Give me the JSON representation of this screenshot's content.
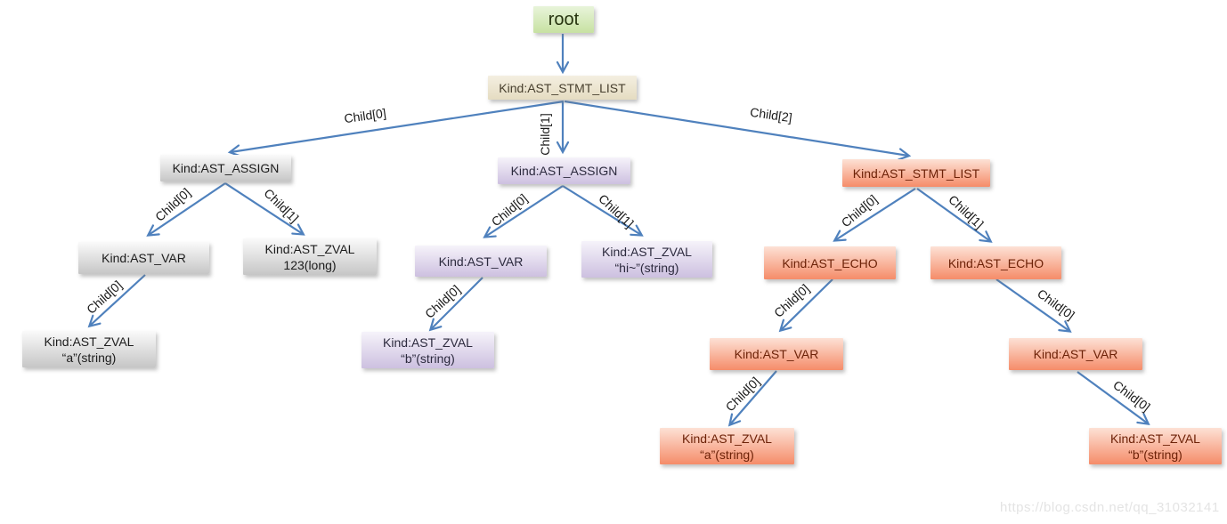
{
  "nodes": {
    "root": {
      "label": "root"
    },
    "stmt": {
      "label": "Kind:AST_STMT_LIST"
    },
    "assign_l": {
      "label": "Kind:AST_ASSIGN"
    },
    "assign_m": {
      "label": "Kind:AST_ASSIGN"
    },
    "stmt_r": {
      "label": "Kind:AST_STMT_LIST"
    },
    "var_l": {
      "label": "Kind:AST_VAR"
    },
    "zval_123": {
      "label": "Kind:AST_ZVAL",
      "sublabel": "123(long)"
    },
    "zval_a_l": {
      "label": "Kind:AST_ZVAL",
      "sublabel": "“a”(string)"
    },
    "var_m": {
      "label": "Kind:AST_VAR"
    },
    "zval_hi": {
      "label": "Kind:AST_ZVAL",
      "sublabel": "“hi~”(string)"
    },
    "zval_b_m": {
      "label": "Kind:AST_ZVAL",
      "sublabel": "“b”(string)"
    },
    "echo_1": {
      "label": "Kind:AST_ECHO"
    },
    "echo_2": {
      "label": "Kind:AST_ECHO"
    },
    "var_r1": {
      "label": "Kind:AST_VAR"
    },
    "var_r2": {
      "label": "Kind:AST_VAR"
    },
    "zval_a_r": {
      "label": "Kind:AST_ZVAL",
      "sublabel": "“a”(string)"
    },
    "zval_b_r": {
      "label": "Kind:AST_ZVAL",
      "sublabel": "“b”(string)"
    }
  },
  "edge_labels": {
    "e1": {
      "label": "Child[0]"
    },
    "e2": {
      "label": "Child[1]"
    },
    "e3": {
      "label": "Child[2]"
    },
    "e4": {
      "label": "Child[0]"
    },
    "e5": {
      "label": "Child[1]"
    },
    "e6": {
      "label": "Child[0]"
    },
    "e7": {
      "label": "Child[0]"
    },
    "e8": {
      "label": "Child[1]"
    },
    "e9": {
      "label": "Child[0]"
    },
    "e10": {
      "label": "Child[0]"
    },
    "e11": {
      "label": "Child[1]"
    },
    "e12": {
      "label": "Child[0]"
    },
    "e13": {
      "label": "Child[0]"
    },
    "e14": {
      "label": "Child[0]"
    },
    "e15": {
      "label": "Child[0]"
    }
  },
  "watermark": {
    "text": "https://blog.csdn.net/qq_31032141"
  },
  "colors": {
    "arrow": "#4f81bd",
    "edge_label_text": "#1a1a1a",
    "background": "#ffffff",
    "green_top": "#e8f4da",
    "green_bottom": "#c7e1a2",
    "green_text": "#26330f",
    "beige_top": "#f4efe1",
    "beige_bottom": "#e5dcc1",
    "beige_text": "#48402f",
    "gray_top": "#fafafa",
    "gray_bottom": "#c6c6c6",
    "gray_text": "#1c1c1c",
    "purple_top": "#f6f3fa",
    "purple_bottom": "#cdc0e0",
    "purple_text": "#2c2a3e",
    "salmon_top": "#fde1d5",
    "salmon_bottom": "#f58c69",
    "salmon_text": "#6d2208",
    "watermark_text": "#e4e4e4"
  }
}
